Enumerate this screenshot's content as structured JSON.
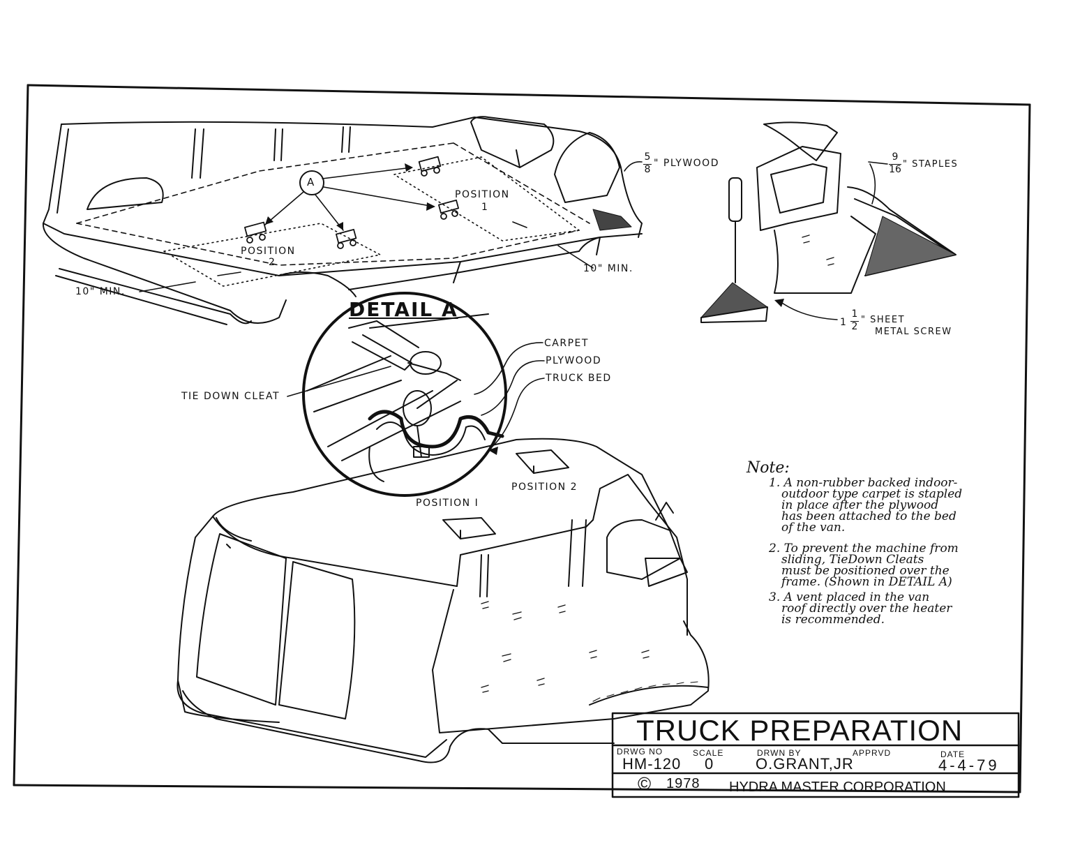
{
  "labels": {
    "position_1_top": "POSITION",
    "position_1_top_num": "1",
    "position_2_top": "POSITION",
    "position_2_top_num": "2",
    "callout_a": "A",
    "min_left": "10\" MIN.",
    "min_right": "10\" MIN.",
    "plywood_top_frac_num": "5",
    "plywood_top_frac_den": "8",
    "plywood_top": "\" PLYWOOD",
    "staples_frac_num": "9",
    "staples_frac_den": "16",
    "staples": "\" STAPLES",
    "screw_whole": "1",
    "screw_frac_num": "1",
    "screw_frac_den": "2",
    "screw_line1": "\" SHEET",
    "screw_line2": "METAL SCREW",
    "detail_a": "DETAIL A",
    "carpet": "CARPET",
    "plywood": "PLYWOOD",
    "truck_bed": "TRUCK BED",
    "tie_down_cleat": "TIE DOWN CLEAT",
    "position_2_bottom": "POSITION 2",
    "position_1_bottom": "POSITION I"
  },
  "note": {
    "heading": "Note:",
    "items": [
      [
        "1. A non-rubber backed indoor-",
        "outdoor type carpet is stapled",
        "in place after the plywood",
        "has been attached to the bed",
        "of the van."
      ],
      [
        "2. To prevent the machine from",
        "sliding, TieDown Cleats",
        "must be positioned over the",
        "frame. (Shown in DETAIL A)"
      ],
      [
        "3. A vent placed in the van",
        "roof directly over the heater",
        "is recommended."
      ]
    ]
  },
  "title_block": {
    "title": "TRUCK  PREPARATION",
    "drwg_no_label": "DRWG NO",
    "drwg_no": "HM-120",
    "scale_label": "SCALE",
    "scale": "0",
    "drawn_by_label": "DRWN BY",
    "drawn_by": "O.GRANT,JR",
    "approved_label": "APPRVD",
    "approved": "",
    "date_label": "DATE",
    "date": "4-4-79",
    "copyright_symbol": "©",
    "copyright_year": "1978",
    "company": "HYDRA  MASTER CORPORATION"
  }
}
